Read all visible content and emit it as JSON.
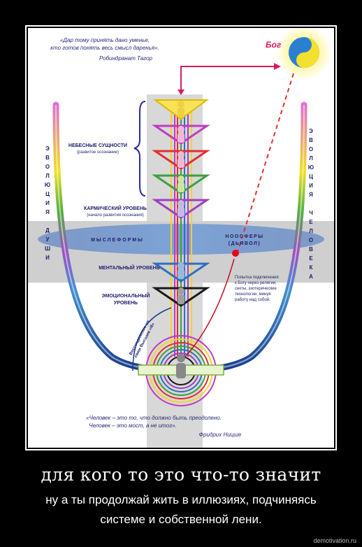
{
  "quote_top": {
    "line1": "«Дар тому принять дано уменье,",
    "line2": "кто готов понять весь смысл даренья».",
    "author": "Робиндранат Тагор"
  },
  "god_label": "Бог",
  "labels": {
    "heavenly": "НЕБЕСНЫЕ СУЩНОСТИ",
    "heavenly_sub": "(развитое осознание)",
    "karmic": "КАРМИЧЕСКИЙ УРОВЕНЬ",
    "karmic_sub": "(начало развития осознания)",
    "thoughtforms": "МЫСЛЕФОРМЫ",
    "noosphere_1": "НООСФЕРЫ",
    "noosphere_2": "(ДЬЯВОЛ)",
    "mental": "МЕНТАЛЬНЫЙ УРОВЕНЬ",
    "emotional_1": "ЭМОЦИОНАЛЬНЫЙ",
    "emotional_2": "УРОВЕНЬ",
    "attempt": [
      "Попытка подключения",
      "к Богу через религии,",
      "секты, эзотерические",
      "технологии, минуя",
      "работу над собой."
    ],
    "reunion_1": "Воссоединение со",
    "reunion_2": "свим Высшим «Я»",
    "left_vertical": [
      "Э",
      "В",
      "О",
      "Л",
      "Ю",
      "Ц",
      "И",
      "Я",
      " ",
      "Д",
      "У",
      "Ш",
      "И"
    ],
    "right_vertical": [
      "Э",
      "В",
      "О",
      "Л",
      "Ю",
      "Ц",
      "И",
      "Я",
      " ",
      "Ч",
      "Е",
      "Л",
      "О",
      "В",
      "Е",
      "К",
      "А"
    ]
  },
  "quote_bottom": {
    "line1": "«Человек – это то, что должно быть преодолено.",
    "line2": "Человек – это мост, а не итог».",
    "author": "Фридрих Ницше"
  },
  "caption": {
    "title": "для кого то это что-то значит",
    "line1": "ну а  ты продолжай жить в иллюзиях, подчиняясь",
    "line2": "системе и собственной лени."
  },
  "watermark": "demotivation.ru",
  "colors": {
    "quote_text": "#2a2a7a",
    "god_text": "#d81b60",
    "label_text": "#1d1d6b",
    "arrow": "#d81b60",
    "noosphere_dot": "#e30613",
    "tube_gradient": [
      "#d050d0",
      "#f0e020",
      "#40b040",
      "#30a0d0",
      "#1a3c8a"
    ],
    "levels": [
      "#f2d22c",
      "#c03bc0",
      "#e03030",
      "#3ba040",
      "#a040c0",
      "#2c70c0",
      "#1a1a1a"
    ]
  }
}
